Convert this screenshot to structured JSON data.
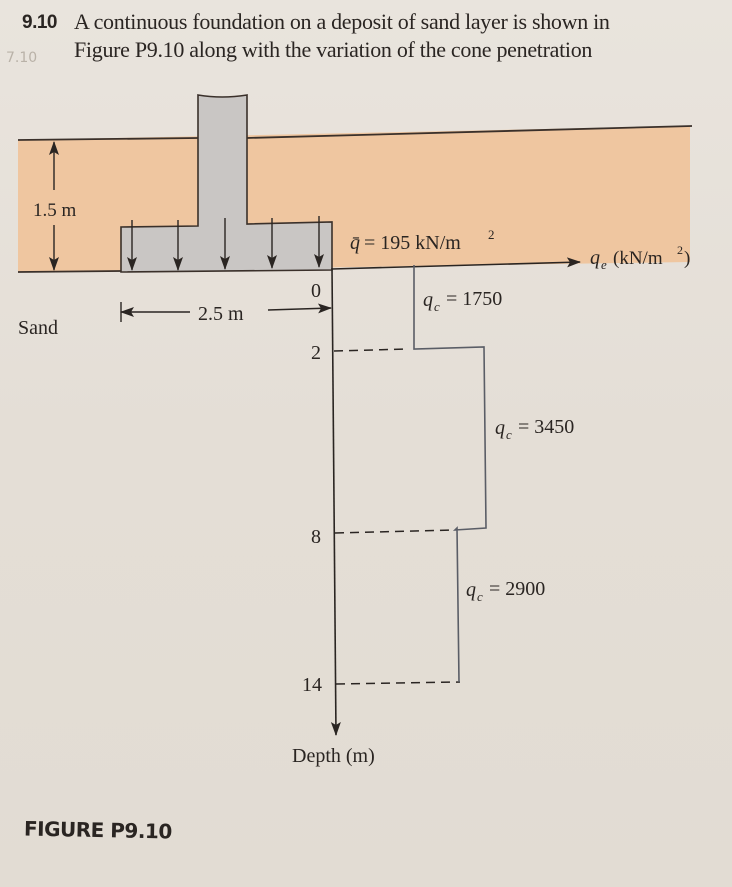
{
  "problem": {
    "number": "9.10",
    "pencil_note": "7.10",
    "line1": "A continuous foundation on a deposit of sand layer is shown in",
    "line2": "Figure P9.10 along with the variation of the cone penetration"
  },
  "figure": {
    "caption": "FIGURE P9.10",
    "labels": {
      "depth_dim": "1.5 m",
      "width_dim": "2.5 m",
      "soil": "Sand",
      "q_bar": "q̄ = 195 kN/m²",
      "q_bar_symbol": "q̄",
      "q_bar_value": "= 195 kN/m",
      "x_axis_symbol": "q",
      "x_axis_sub": "e",
      "x_axis_unit": "(kN/m",
      "y_axis": "Depth (m)",
      "qc1_value": "= 1750",
      "qc2_value": "= 3450",
      "qc3_value": "= 2900",
      "qc_symbol": "q",
      "qc_sub": "c",
      "sup2": "2",
      "close_paren": ")"
    },
    "depth_ticks": [
      "0",
      "2",
      "8",
      "14"
    ],
    "colors": {
      "sand_layer": "#efc6a0",
      "foundation": "#c9c6c4",
      "line": "#3a302a",
      "profile_line": "#5a5d66"
    }
  },
  "chart_data": {
    "type": "line",
    "title": "Variation of cone penetration resistance with depth",
    "xlabel": "q_c (kN/m²)",
    "ylabel": "Depth (m)",
    "step_profile": [
      {
        "depth_from": 0,
        "depth_to": 2,
        "qc": 1750
      },
      {
        "depth_from": 2,
        "depth_to": 8,
        "qc": 3450
      },
      {
        "depth_from": 8,
        "depth_to": 14,
        "qc": 2900
      }
    ],
    "y_ticks": [
      0,
      2,
      8,
      14
    ],
    "annotations": [
      "q̄ = 195 kN/m²",
      "1.5 m",
      "2.5 m",
      "Sand"
    ]
  }
}
